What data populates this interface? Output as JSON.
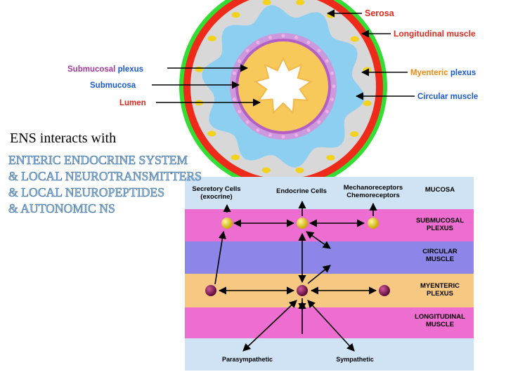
{
  "intro_text": "ENS interacts with",
  "interaction_lines": [
    "ENTERIC ENDOCRINE SYSTEM",
    "& LOCAL NEUROTRANSMITTERS",
    "& LOCAL NEUROPEPTIDES",
    "& AUTONOMIC NS"
  ],
  "cross_section": {
    "labels": {
      "serosa": "Serosa",
      "longitudinal_muscle": "Longitudinal muscle",
      "submucosal_plexus_part1": "Submucosal",
      "submucosal_plexus_part2": "plexus",
      "myenteric_plexus_part1": "Myenteric",
      "myenteric_plexus_part2": "plexus",
      "submucosa": "Submucosa",
      "circular_muscle": "Circular muscle",
      "lumen": "Lumen"
    },
    "colors": {
      "serosa": "#33dd33",
      "longitudinal_muscle": "#ee2a1a",
      "circular_muscle_layer": "#d8d8d8",
      "submucosa": "#8ccff0",
      "plexus_ring": "#cc99dd",
      "mucosa": "#f7c85a",
      "lumen": "#ffffff",
      "label_red": "#e02a20",
      "label_purple": "#a03a9a",
      "label_blue": "#1a58d0",
      "label_orange": "#f08a10"
    }
  },
  "layer_diagram": {
    "layers": [
      {
        "name": "MUCOSA",
        "color": "#cfe3f4"
      },
      {
        "name": "SUBMUCOSAL PLEXUS",
        "color": "#ee6dd0"
      },
      {
        "name": "CIRCULAR MUSCLE",
        "color": "#8d86e8"
      },
      {
        "name": "MYENTERIC PLEXUS",
        "color": "#f7c882"
      },
      {
        "name": "LONGITUDINAL MUSCLE",
        "color": "#ee6dd0"
      },
      {
        "name": "",
        "color": "#cfe3f4"
      }
    ],
    "cell_labels": {
      "secretory_cells_1": "Secretory Cells",
      "secretory_cells_2": "(exocrine)",
      "endocrine_cells": "Endocrine Cells",
      "mechanoreceptors": "Mechanoreceptors",
      "chemoreceptors": "Chemoreceptors",
      "parasympathetic": "Parasympathetic",
      "sympathetic": "Sympathetic"
    },
    "node_colors": {
      "submucosal": "#e8d000",
      "myenteric": "#8a0f55"
    }
  }
}
